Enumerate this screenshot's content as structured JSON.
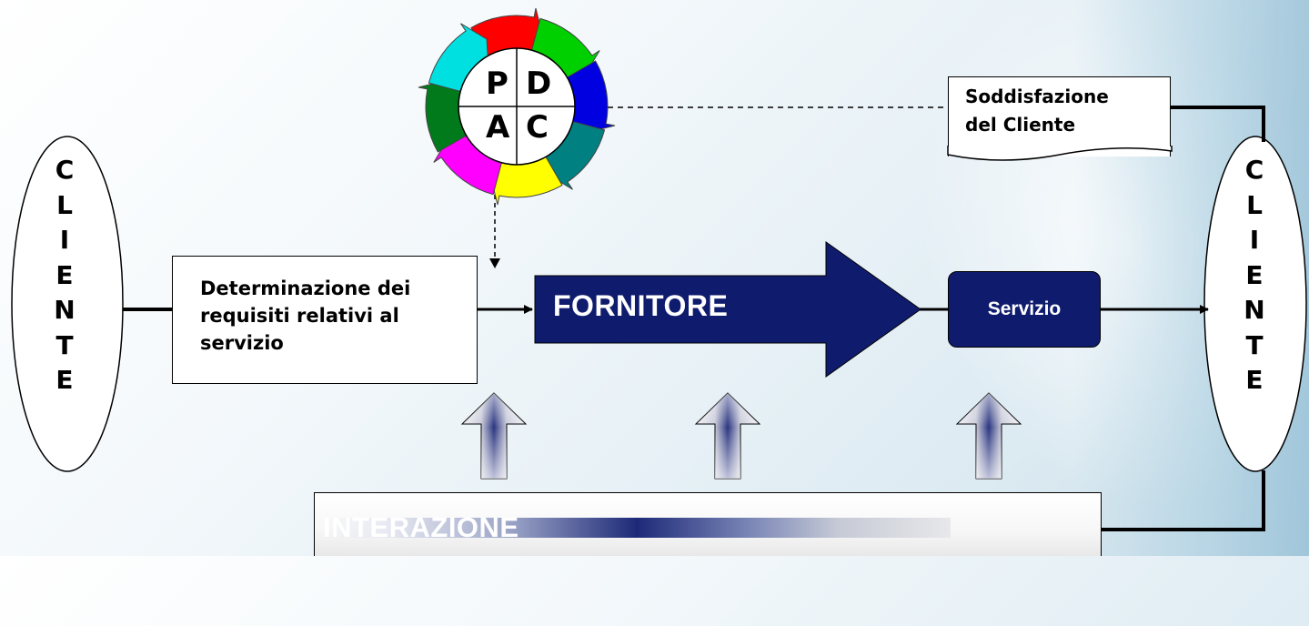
{
  "client_left": {
    "letters": [
      "C",
      "L",
      "I",
      "E",
      "N",
      "T",
      "E"
    ]
  },
  "client_right": {
    "letters": [
      "C",
      "L",
      "I",
      "E",
      "N",
      "T",
      "E"
    ]
  },
  "requirements": {
    "lines": [
      "Determinazione dei",
      "requisiti relativi al",
      "servizio"
    ]
  },
  "supplier": {
    "label": "FORNITORE"
  },
  "service": {
    "label": "Servizio"
  },
  "satisfaction": {
    "lines": [
      "Soddisfazione",
      "del Cliente"
    ]
  },
  "interaction": {
    "label": "INTERAZIONE"
  },
  "pdca": {
    "p": "P",
    "d": "D",
    "a": "A",
    "c": "C",
    "segment_colors": [
      "#ff0000",
      "#00d000",
      "#0000e0",
      "#008080",
      "#ffff00",
      "#ff00ff",
      "#007a1a",
      "#00e0e0"
    ]
  },
  "colors": {
    "supplier_fill": "#0f1c6e",
    "line": "#000000"
  }
}
